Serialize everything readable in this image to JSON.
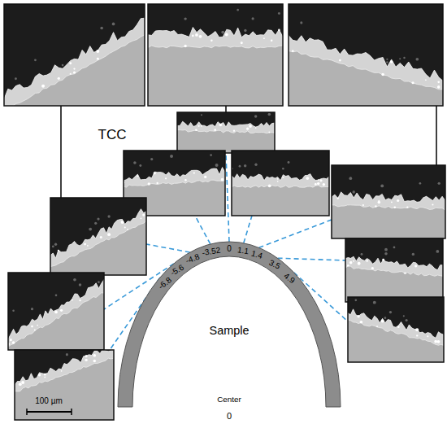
{
  "diagram": {
    "nodes": [
      {
        "text": [
          "Sample",
          "Center"
        ]
      }
    ],
    "labels": [
      "TCC",
      "-6.8",
      "-5.6",
      "-4.8",
      "-3.52",
      "0",
      "1.1",
      "1.4",
      "3.5",
      "4.9",
      "0",
      "100 µm"
    ]
  }
}
